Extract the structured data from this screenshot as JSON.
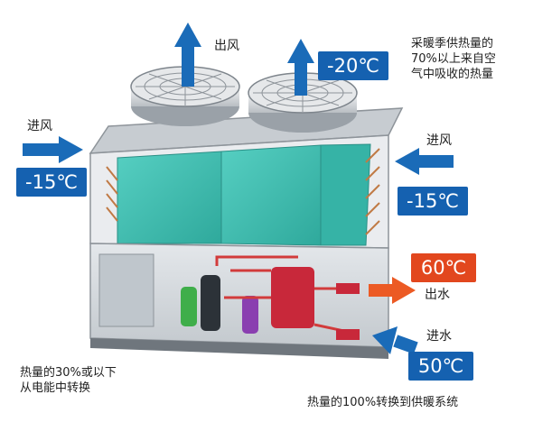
{
  "colors": {
    "badge_blue": "#1561b0",
    "badge_orange": "#e2471e",
    "arrow_blue": "#1a6bb8",
    "arrow_orange": "#ec5a24",
    "coil_teal": "#3fbfb2",
    "frame_gray": "#8e949a"
  },
  "labels": {
    "exhaust_left": "出风",
    "inlet_air_left": "进风",
    "inlet_air_right": "进风",
    "water_out": "出水",
    "water_in": "进水"
  },
  "temps": {
    "exhaust": "-20℃",
    "inlet_left": "-15℃",
    "inlet_right": "-15℃",
    "water_out": "60℃",
    "water_in": "50℃"
  },
  "notes": {
    "air_share_line1": "采暖季供热量的",
    "air_share_line2": "70%以上来自空",
    "air_share_line3": "气中吸收的热量",
    "electric_line1": "热量的30%或以下",
    "electric_line2": "从电能中转换",
    "total": "热量的100%转换到供暖系统"
  }
}
